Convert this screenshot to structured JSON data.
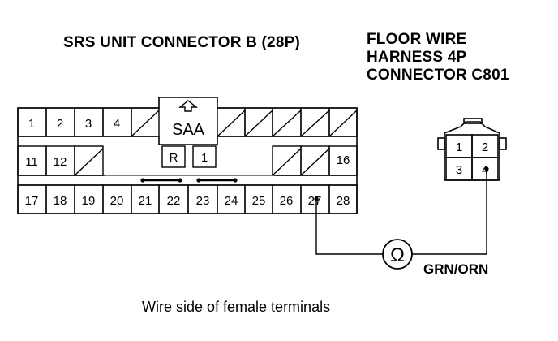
{
  "connector_b": {
    "title": "SRS UNIT CONNECTOR B (28P)",
    "row1": [
      "1",
      "2",
      "3",
      "4"
    ],
    "row2": [
      "11",
      "12",
      "16"
    ],
    "row3": [
      "17",
      "18",
      "19",
      "20",
      "21",
      "22",
      "23",
      "24",
      "25",
      "26",
      "27",
      "28"
    ],
    "saa_label": "SAA",
    "r_label": "R",
    "r_one_label": "1"
  },
  "connector_c801": {
    "title_lines": [
      "FLOOR WIRE",
      "HARNESS 4P",
      "CONNECTOR C801"
    ],
    "terminals": [
      "1",
      "2",
      "3",
      "4"
    ]
  },
  "wire_label": "GRN/ORN",
  "caption": "Wire side of female terminals",
  "ohmmeter_symbol": "Ω",
  "icons": {
    "lock_arrow": "up-arrow-icon",
    "ohmmeter": "ohmmeter-icon"
  }
}
